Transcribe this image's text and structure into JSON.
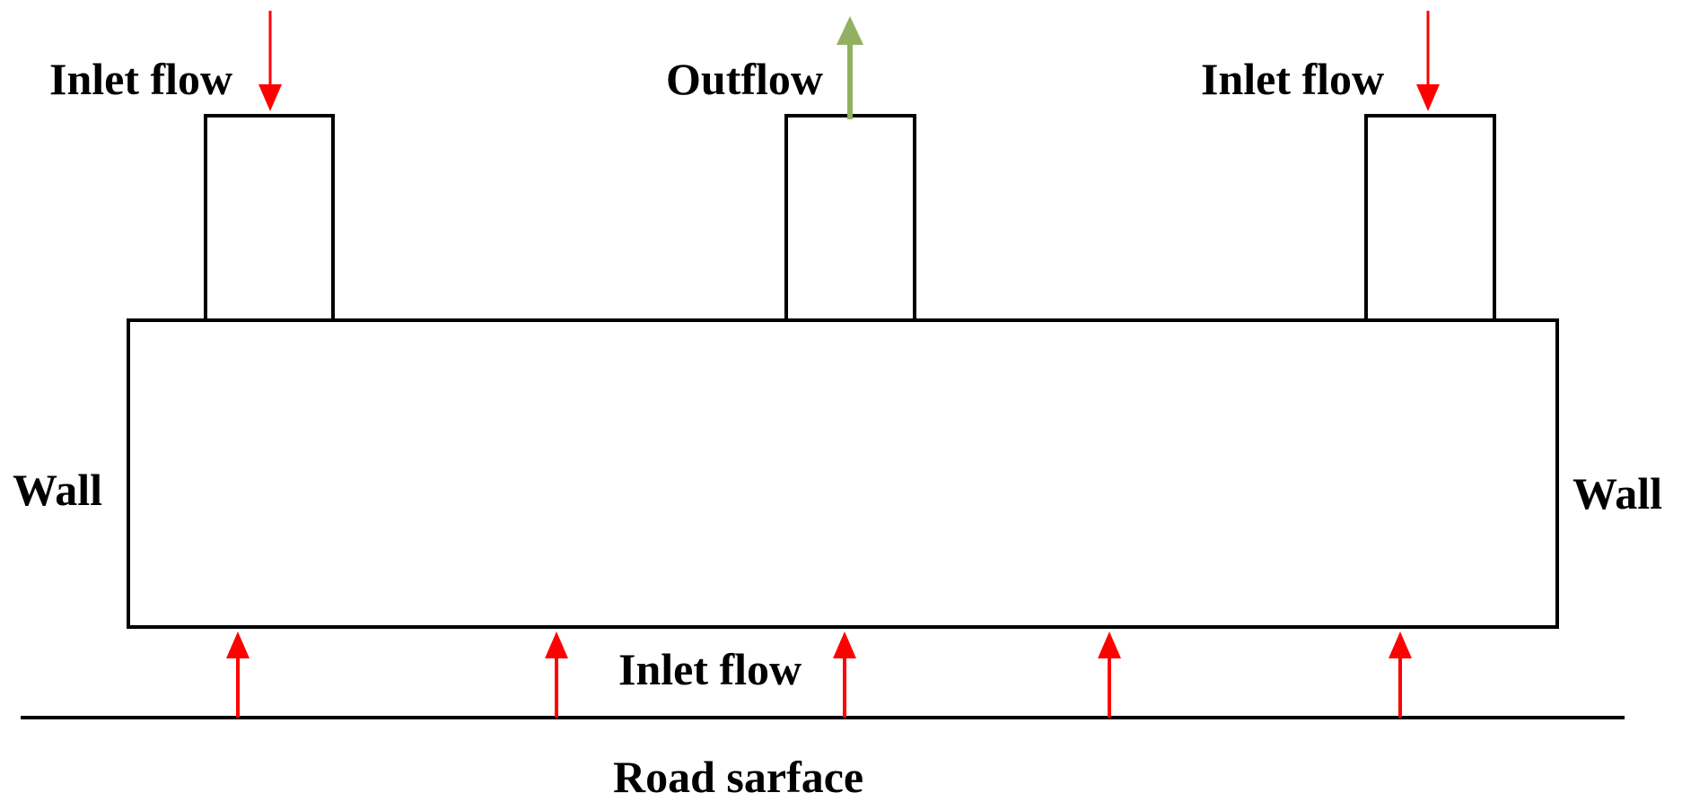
{
  "colors": {
    "inlet_arrow": "#ff0000",
    "outlet_arrow": "#92b160",
    "outline": "#000000"
  },
  "labels": {
    "inlet_left": "Inlet flow",
    "outflow": "Outflow",
    "inlet_right": "Inlet flow",
    "wall_left": "Wall",
    "wall_right": "Wall",
    "inlet_bottom": "Inlet flow",
    "road_surface": "Road sarface"
  }
}
